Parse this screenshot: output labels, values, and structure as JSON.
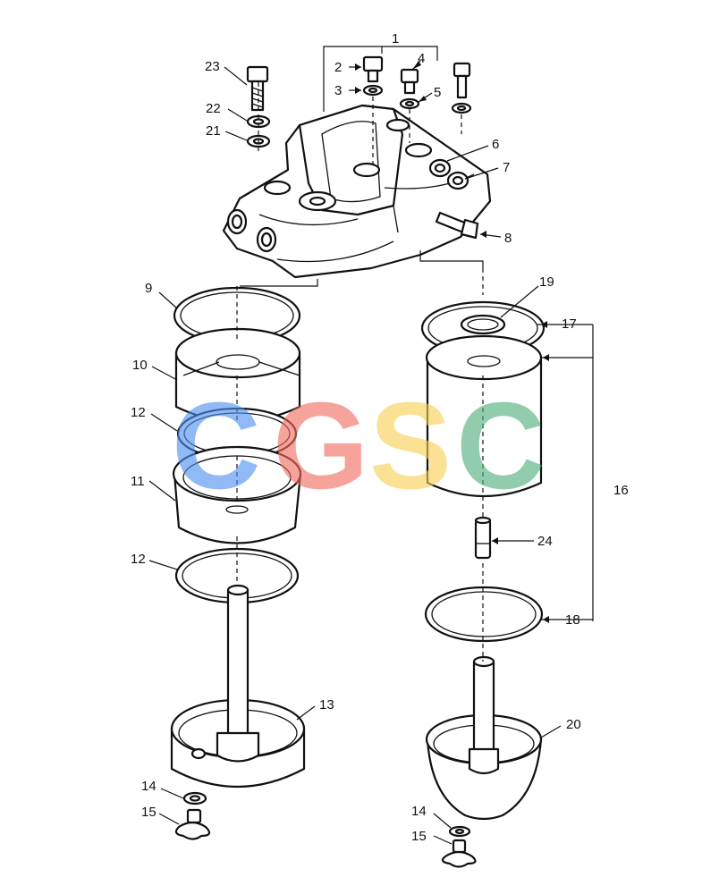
{
  "callouts": {
    "c1": "1",
    "c2": "2",
    "c3": "3",
    "c4": "4",
    "c5": "5",
    "c6": "6",
    "c7": "7",
    "c8": "8",
    "c9": "9",
    "c10": "10",
    "c11": "11",
    "c12a": "12",
    "c12b": "12",
    "c13": "13",
    "c14a": "14",
    "c14b": "14",
    "c15a": "15",
    "c15b": "15",
    "c16": "16",
    "c17": "17",
    "c18": "18",
    "c19": "19",
    "c20": "20",
    "c21": "21",
    "c22": "22",
    "c23": "23",
    "c24": "24"
  },
  "watermark": {
    "letters": [
      "C",
      "G",
      "S",
      "C"
    ],
    "colors": [
      "#4d8ff0",
      "#ef6b5f",
      "#f7cf52",
      "#4fb07b"
    ]
  }
}
